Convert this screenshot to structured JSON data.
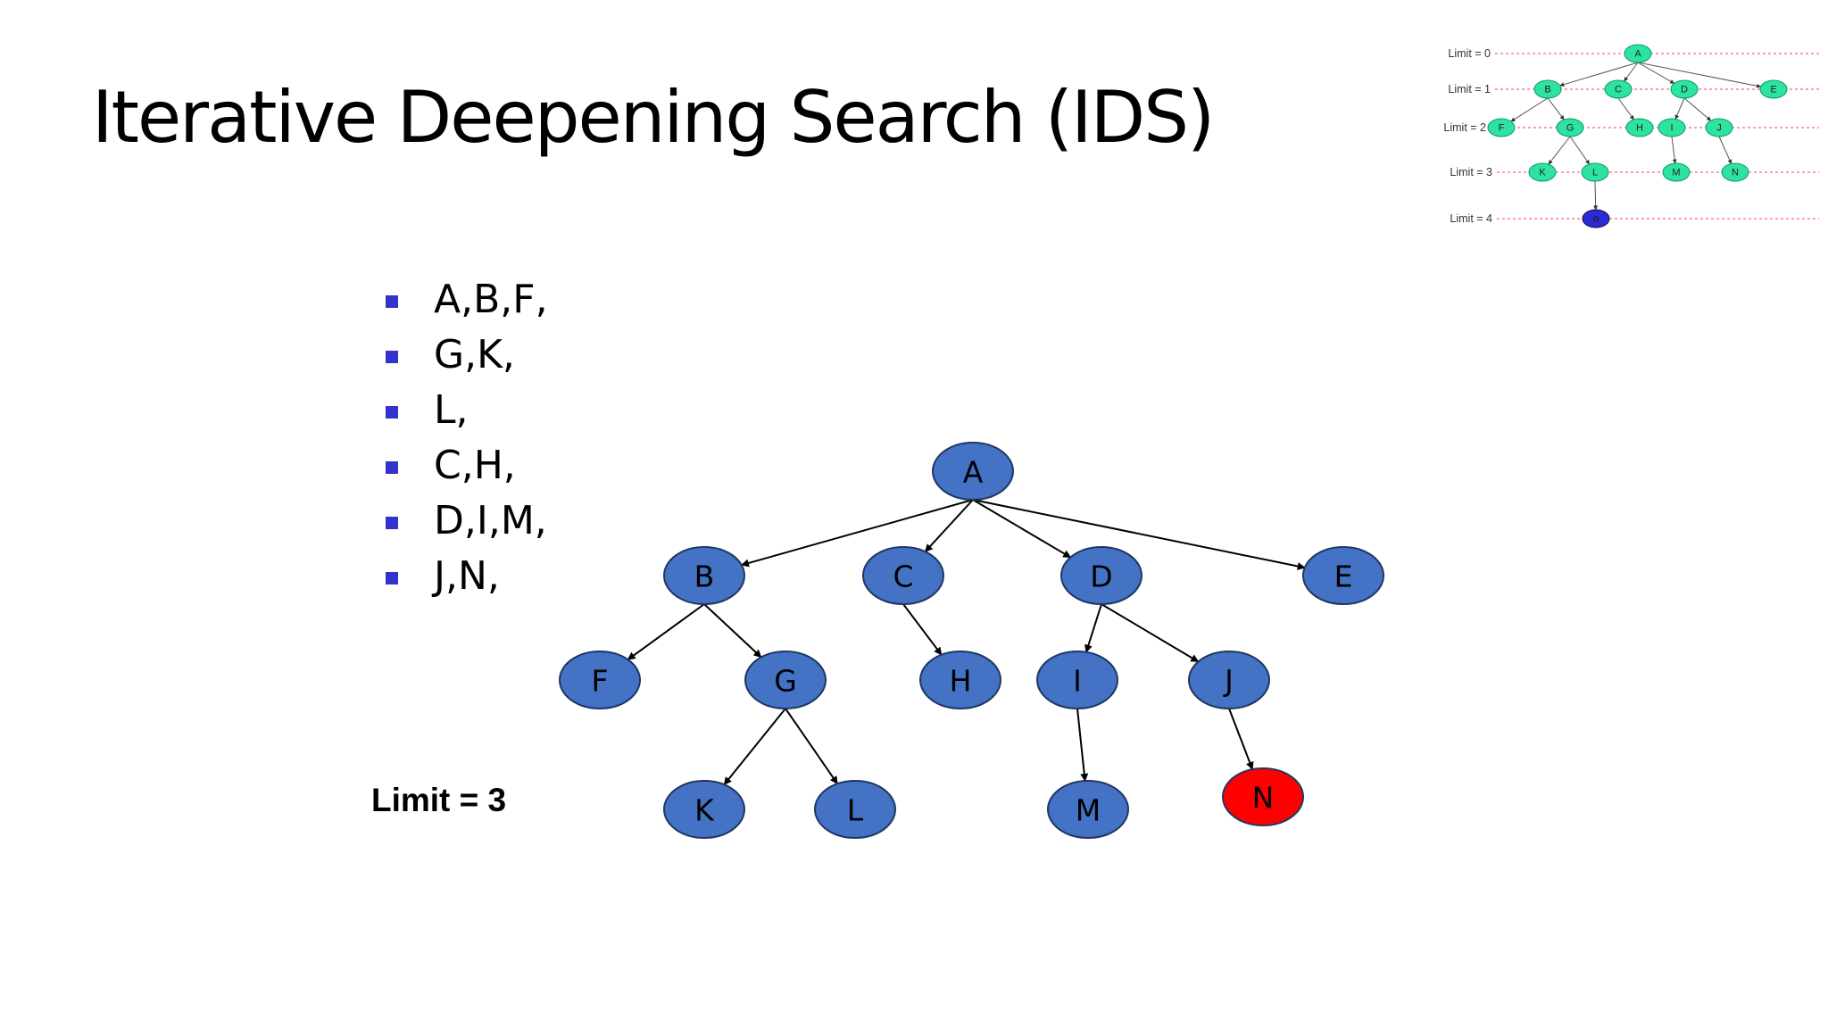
{
  "slide": {
    "title": "Iterative Deepening Search (IDS)",
    "bullets": [
      "A,B,F,",
      "G,K,",
      "L,",
      "C,H,",
      "D,I,M,",
      "J,N,"
    ],
    "limit_label": "Limit = 3",
    "colors": {
      "node_fill": "#4472c4",
      "node_stroke": "#1f3864",
      "goal_fill": "#ff0000",
      "bullet": "#3333cc",
      "edge": "#000000"
    }
  },
  "tree": {
    "nodes": [
      "A",
      "B",
      "C",
      "D",
      "E",
      "F",
      "G",
      "H",
      "I",
      "J",
      "K",
      "L",
      "M",
      "N"
    ],
    "goal": "N",
    "edges": [
      [
        "A",
        "B"
      ],
      [
        "A",
        "C"
      ],
      [
        "A",
        "D"
      ],
      [
        "A",
        "E"
      ],
      [
        "B",
        "F"
      ],
      [
        "B",
        "G"
      ],
      [
        "C",
        "H"
      ],
      [
        "D",
        "I"
      ],
      [
        "D",
        "J"
      ],
      [
        "G",
        "K"
      ],
      [
        "G",
        "L"
      ],
      [
        "I",
        "M"
      ],
      [
        "J",
        "N"
      ]
    ]
  },
  "reference_thumbnail": {
    "limit_labels": [
      "Limit = 0",
      "Limit = 1",
      "Limit = 2",
      "Limit = 3",
      "Limit = 4"
    ],
    "nodes": [
      "A",
      "B",
      "C",
      "D",
      "E",
      "F",
      "G",
      "H",
      "I",
      "J",
      "K",
      "L",
      "M",
      "N",
      "o"
    ],
    "highlighted_node": "o",
    "edges": [
      [
        "A",
        "B"
      ],
      [
        "A",
        "C"
      ],
      [
        "A",
        "D"
      ],
      [
        "A",
        "E"
      ],
      [
        "B",
        "F"
      ],
      [
        "B",
        "G"
      ],
      [
        "C",
        "H"
      ],
      [
        "D",
        "I"
      ],
      [
        "D",
        "J"
      ],
      [
        "G",
        "K"
      ],
      [
        "G",
        "L"
      ],
      [
        "I",
        "M"
      ],
      [
        "J",
        "N"
      ],
      [
        "L",
        "o"
      ]
    ],
    "colors": {
      "node_fill": "#2ee3a0",
      "node_stroke": "#0a9a6a",
      "highlight_fill": "#2a2ad8",
      "guide_line": "#ff6666"
    }
  }
}
